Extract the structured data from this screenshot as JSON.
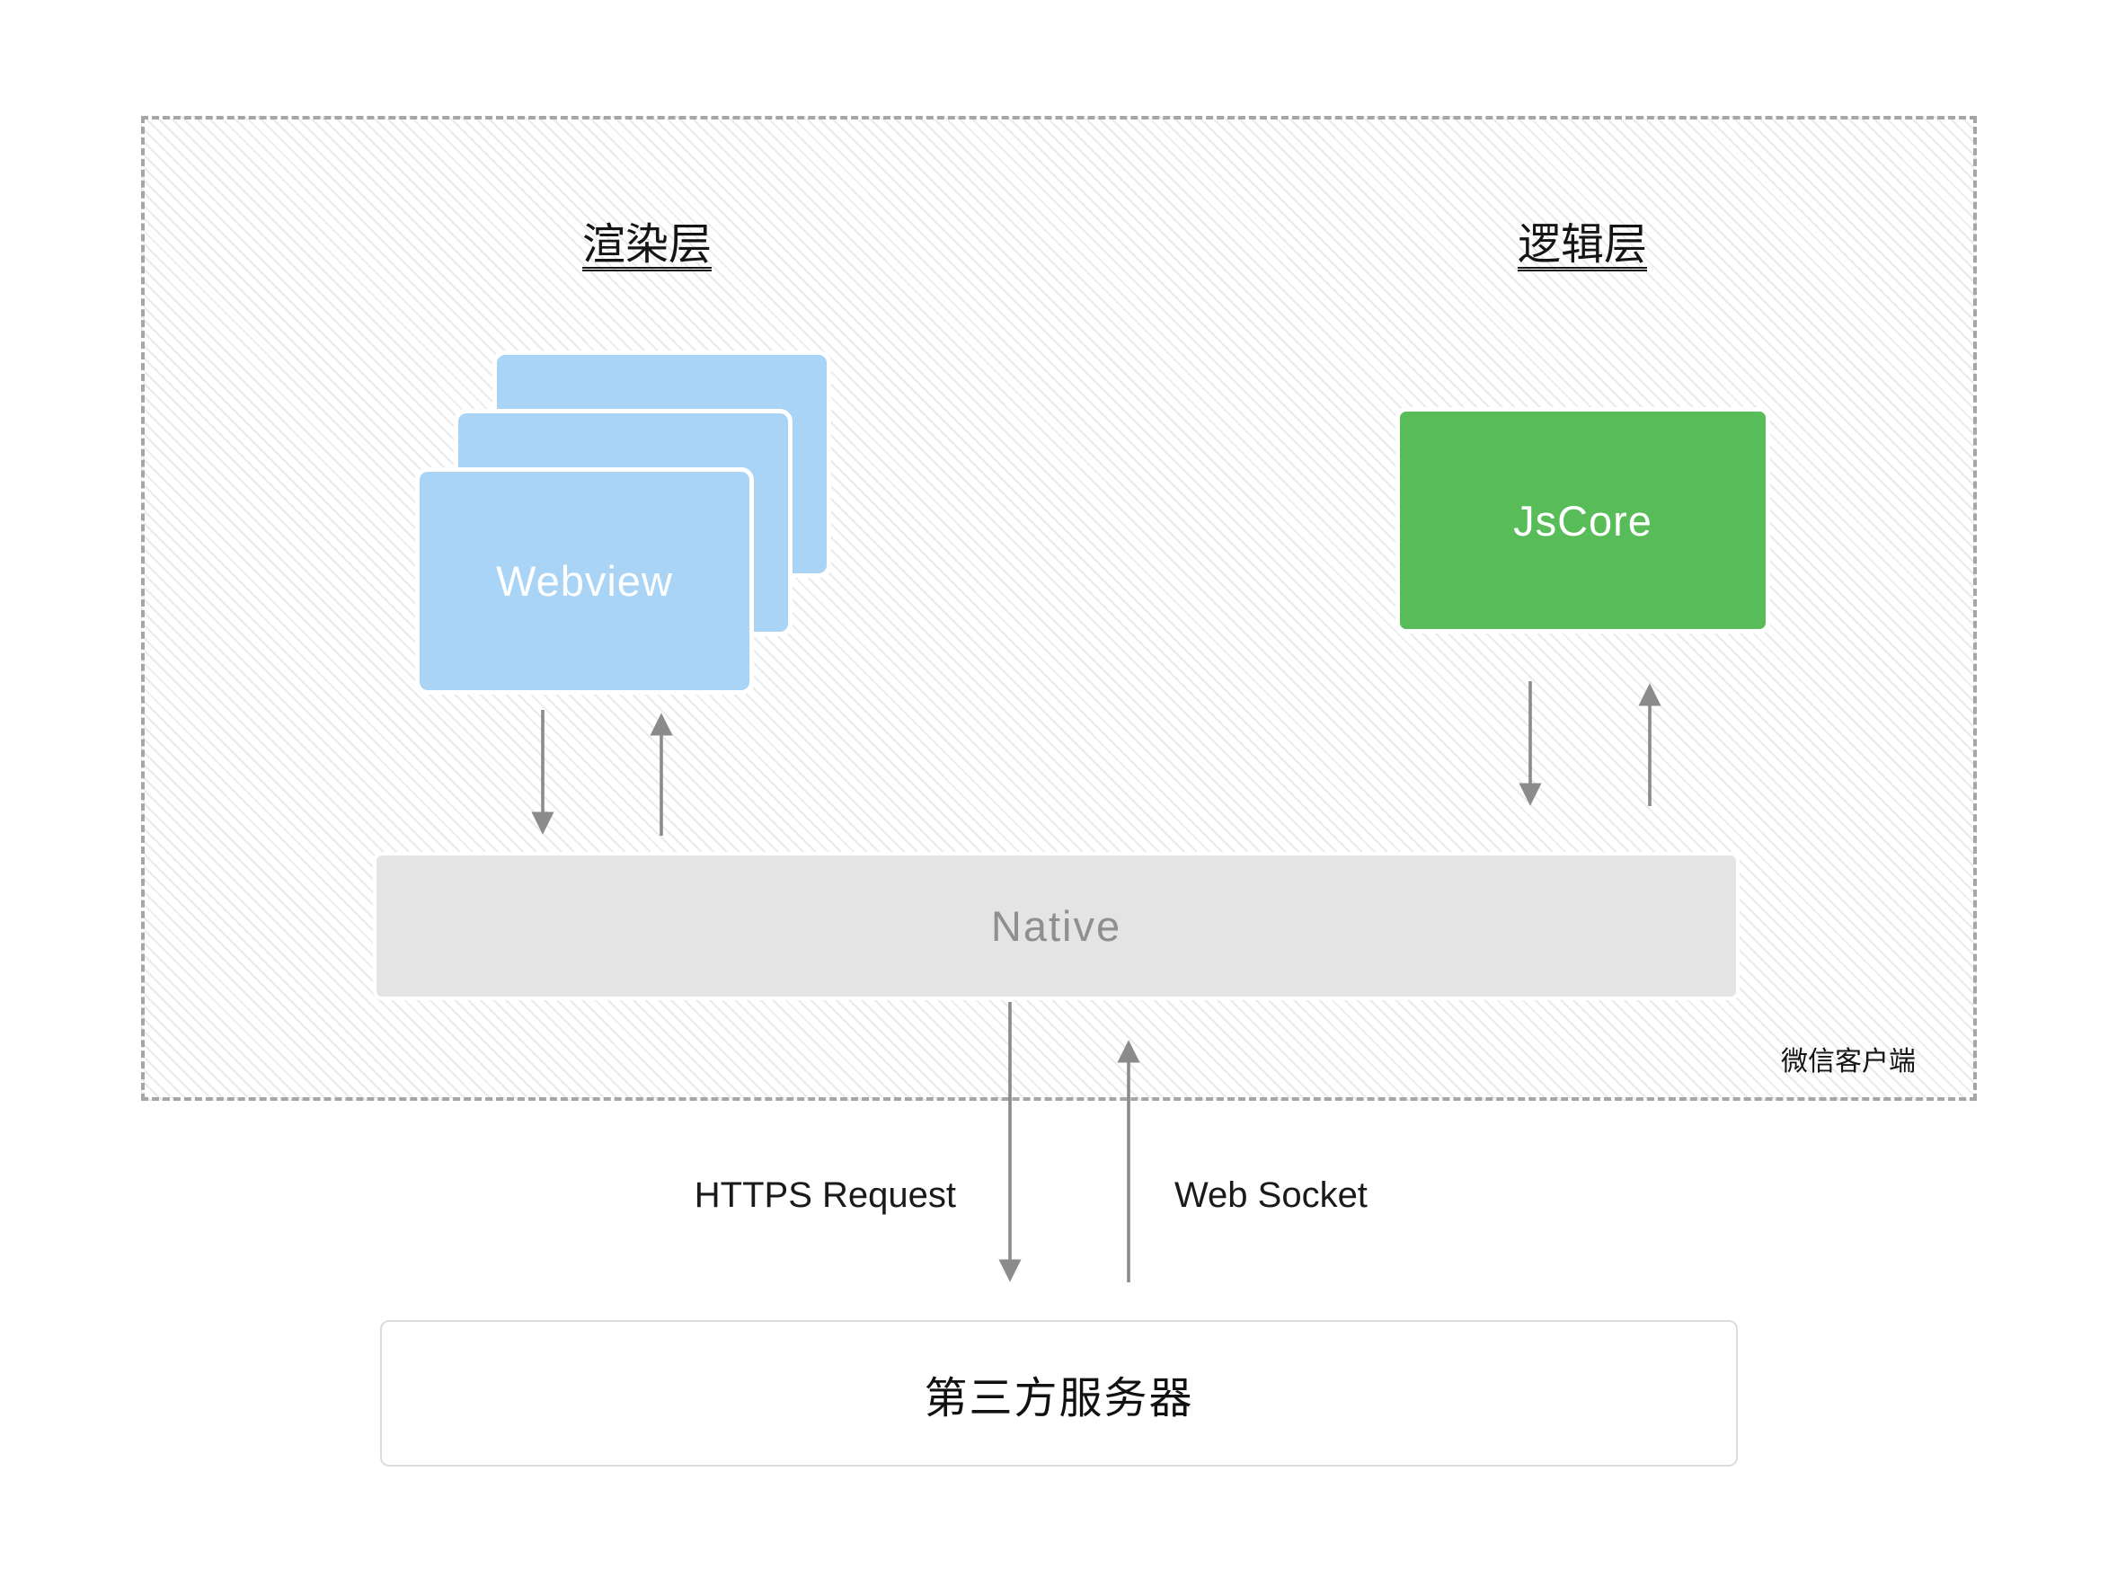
{
  "diagram": {
    "client_label": "微信客户端",
    "render_layer": {
      "title": "渲染层",
      "box_label": "Webview"
    },
    "logic_layer": {
      "title": "逻辑层",
      "box_label": "JsCore"
    },
    "native_label": "Native",
    "connections": {
      "https_label": "HTTPS Request",
      "websocket_label": "Web Socket"
    },
    "server_label": "第三方服务器"
  },
  "colors": {
    "blue-box": "#a9d4f6",
    "green-box": "#58bd58",
    "native-gray": "#e4e4e4",
    "native-text": "#8f8f8f",
    "arrow-gray": "#8b8b8b",
    "hatch-line": "#e9e9e9",
    "dash-border": "#a6a6a6",
    "box-border": "#dcdcdc",
    "ink": "#141414"
  }
}
